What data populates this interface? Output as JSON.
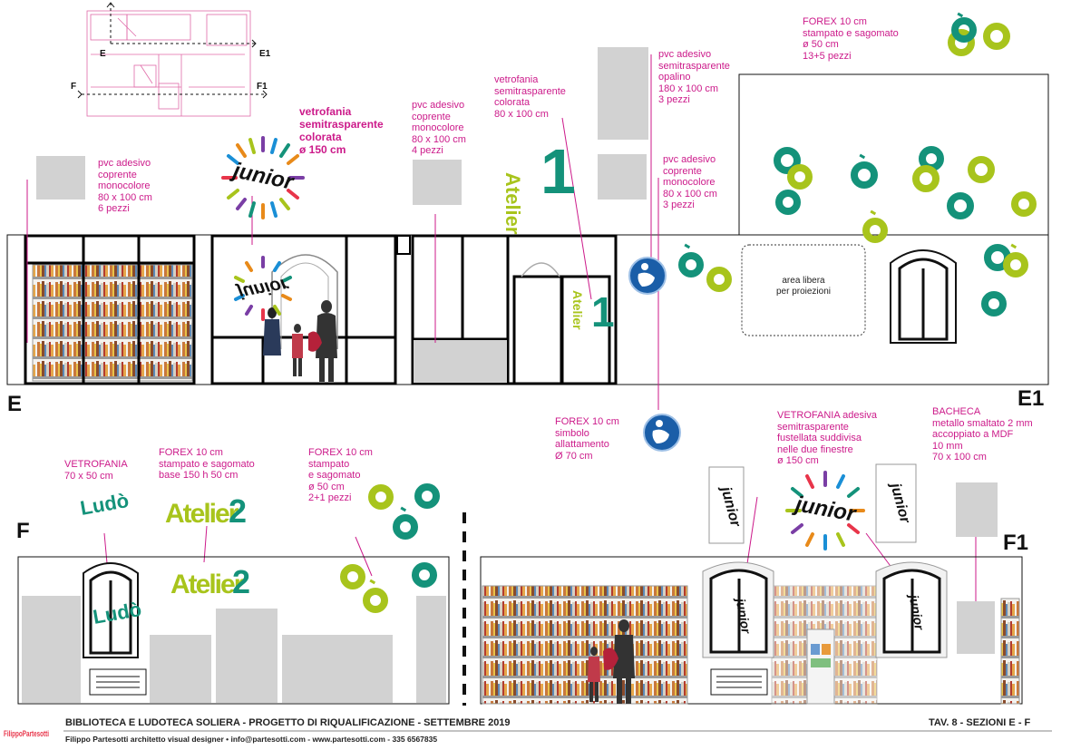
{
  "sections": {
    "e": "E",
    "e1": "E1",
    "f": "F",
    "f1": "F1"
  },
  "plan": {
    "e": "E",
    "e1": "E1",
    "f": "F",
    "f1": "F1"
  },
  "labels": {
    "forex_top": "FOREX 10 cm\nstampato e sagomato\nø 50 cm\n13+5 pezzi",
    "pvc_left": "pvc adesivo\ncoprente\nmonocolore\n80 x 100 cm\n6 pezzi",
    "vetro_junior": "vetrofania\nsemitrasparente\ncolorata\nø 150 cm",
    "pvc_mid": "pvc adesivo\ncoprente\nmonocolore\n80 x 100 cm\n4 pezzi",
    "vetro_atelier": "vetrofania\nsemitrasparente\ncolorata\n80 x 100 cm",
    "pvc_opalino": "pvc adesivo\nsemitrasparente\nopalino\n180 x 100 cm\n3 pezzi",
    "pvc_right": "pvc adesivo\ncoprente\nmonocolore\n80 x 100 cm\n3 pezzi",
    "area_libera": "area libera\nper proiezioni",
    "forex_allatt": "FOREX 10 cm\nsimbolo\nallattamento\nØ 70 cm",
    "vetro_junior2": "VETROFANIA adesiva\nsemitrasparente\nfustellata suddivisa\nnelle due finestre\nø 150 cm",
    "bacheca": "BACHECA\nmetallo smaltato 2 mm\naccoppiato a MDF\n10 mm\n70 x 100 cm",
    "vetro_ludo": "VETROFANIA\n70 x 50 cm",
    "forex_atelier2": "FOREX 10 cm\nstampato e sagomato\nbase 150 h 50 cm",
    "forex_small": "FOREX 10 cm\nstampato\ne sagomato\nø 50 cm\n2+1 pezzi"
  },
  "logos": {
    "junior": "junior",
    "atelier": "Atelier",
    "atelier_num": "1",
    "atelier2_word": "Atelier",
    "atelier2_num": "2",
    "ludo": "Ludò",
    "o_grave": "ò"
  },
  "footer": {
    "title": "BIBLIOTECA E LUDOTECA SOLIERA  - PROGETTO DI RIQUALIFICAZIONE - SETTEMBRE 2019",
    "table": "TAV. 8 - SEZIONI  E - F",
    "designer": "Filippo Partesotti architetto visual designer • info@partesotti.com - www.partesotti.com - 335 6567835",
    "brand_logo": "FilippoPartesotti"
  },
  "colors": {
    "magenta": "#cc1a8a",
    "teal": "#14927a",
    "lime": "#a8c41c",
    "blue": "#1a5ea8",
    "grey": "#d2d2d2"
  }
}
